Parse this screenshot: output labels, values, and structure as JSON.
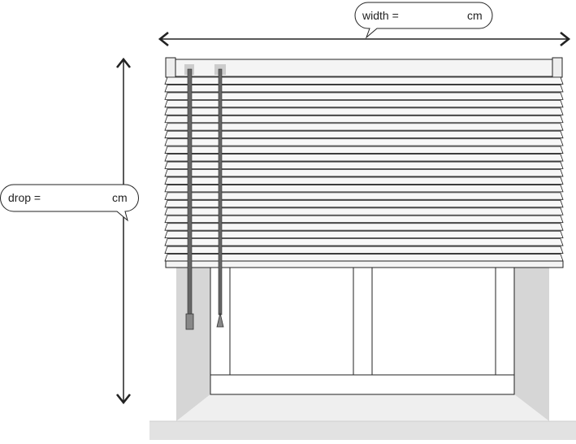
{
  "width_label": {
    "prefix": "width =",
    "unit": "cm",
    "input_value": ""
  },
  "drop_label": {
    "prefix": "drop =",
    "unit": "cm",
    "input_value": ""
  },
  "blind": {
    "slat_count": 24
  },
  "colors": {
    "stroke": "#222222",
    "slat_fill": "#f7f7f7",
    "wall": "#d9d9d9",
    "wall_dark": "#c8c8c8",
    "sill": "#e6e6e6",
    "cord": "#666666"
  }
}
